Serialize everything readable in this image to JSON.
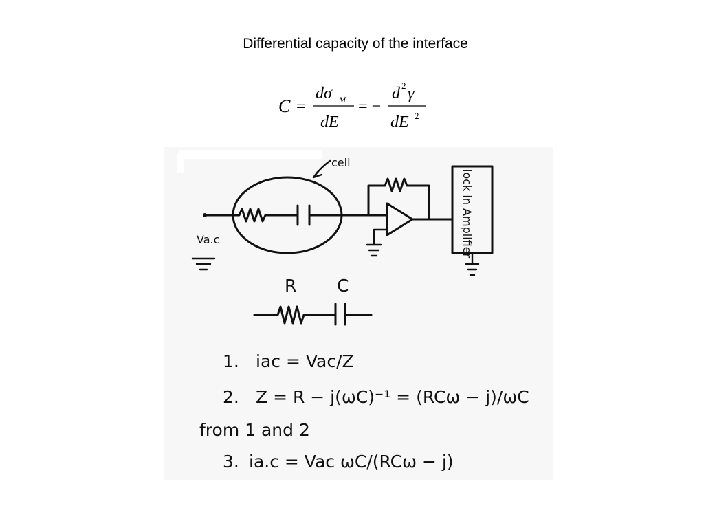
{
  "title": "Differential capacity of the interface",
  "equation": {
    "lhs": "C",
    "eq": "=",
    "frac1_num": "dσ",
    "frac1_num_sub": "M",
    "frac1_den": "dE",
    "eq2": "= −",
    "frac2_num": "d",
    "frac2_num_sup": "2",
    "frac2_num_tail": "γ",
    "frac2_den": "dE",
    "frac2_den_sup": "2"
  },
  "sketch": {
    "label_cell": "cell",
    "label_vac": "Va.c",
    "label_amp": "lock in Amplifier",
    "label_R": "R",
    "label_C": "C",
    "line1_num": "1.",
    "line1_text": "iac = Vac/Z",
    "line2_num": "2.",
    "line2_text": "Z = R − j(ωC)⁻¹ = (RCω − j)/ωC",
    "line_from": "from 1 and 2",
    "line3_num": "3.",
    "line3_text": "ia.c = Vac ωC/(RCω − j)"
  }
}
